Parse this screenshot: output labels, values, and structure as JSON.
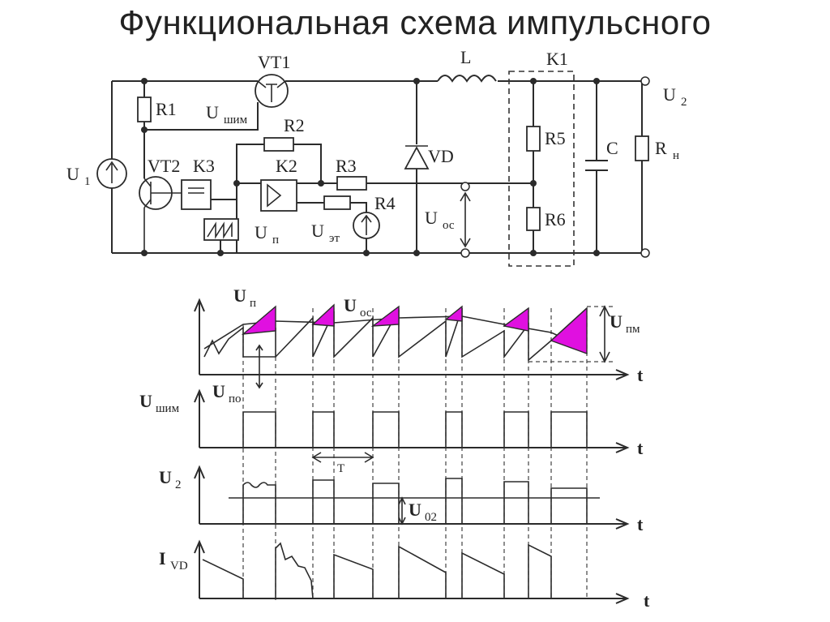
{
  "slide": {
    "title": "Функциональная схема импульсного"
  },
  "circuit": {
    "labels": {
      "vt1": "VT1",
      "vt2": "VT2",
      "k3": "K3",
      "k2": "K2",
      "k1": "K1",
      "r1": "R1",
      "r2": "R2",
      "r3": "R3",
      "r4": "R4",
      "r5": "R5",
      "r6": "R6",
      "l": "L",
      "c": "C",
      "vd": "VD",
      "u1": "U",
      "u1_sub": "1",
      "u2": "U",
      "u2_sub": "2",
      "rn": "R",
      "rn_sub": "н",
      "ushim": "U",
      "ushim_sub": "шим",
      "uos": "U",
      "uos_sub": "ос",
      "un": "U",
      "un_sub": "п",
      "uet": "U",
      "uet_sub": "эт"
    }
  },
  "timing": {
    "t_label": "t",
    "panel1": {
      "un": "U",
      "un_sub": "п",
      "uos": "U",
      "uos_sub": "ос",
      "upm": "U",
      "upm_sub": "пм",
      "upo": "U",
      "upo_sub": "по"
    },
    "panel2": {
      "ylabel": "U",
      "ylabel_sub": "шим",
      "period": "T"
    },
    "panel3": {
      "ylabel": "U",
      "ylabel_sub": "2",
      "u02": "U",
      "u02_sub": "02"
    },
    "panel4": {
      "ylabel": "I",
      "ylabel_sub": "VD"
    }
  }
}
